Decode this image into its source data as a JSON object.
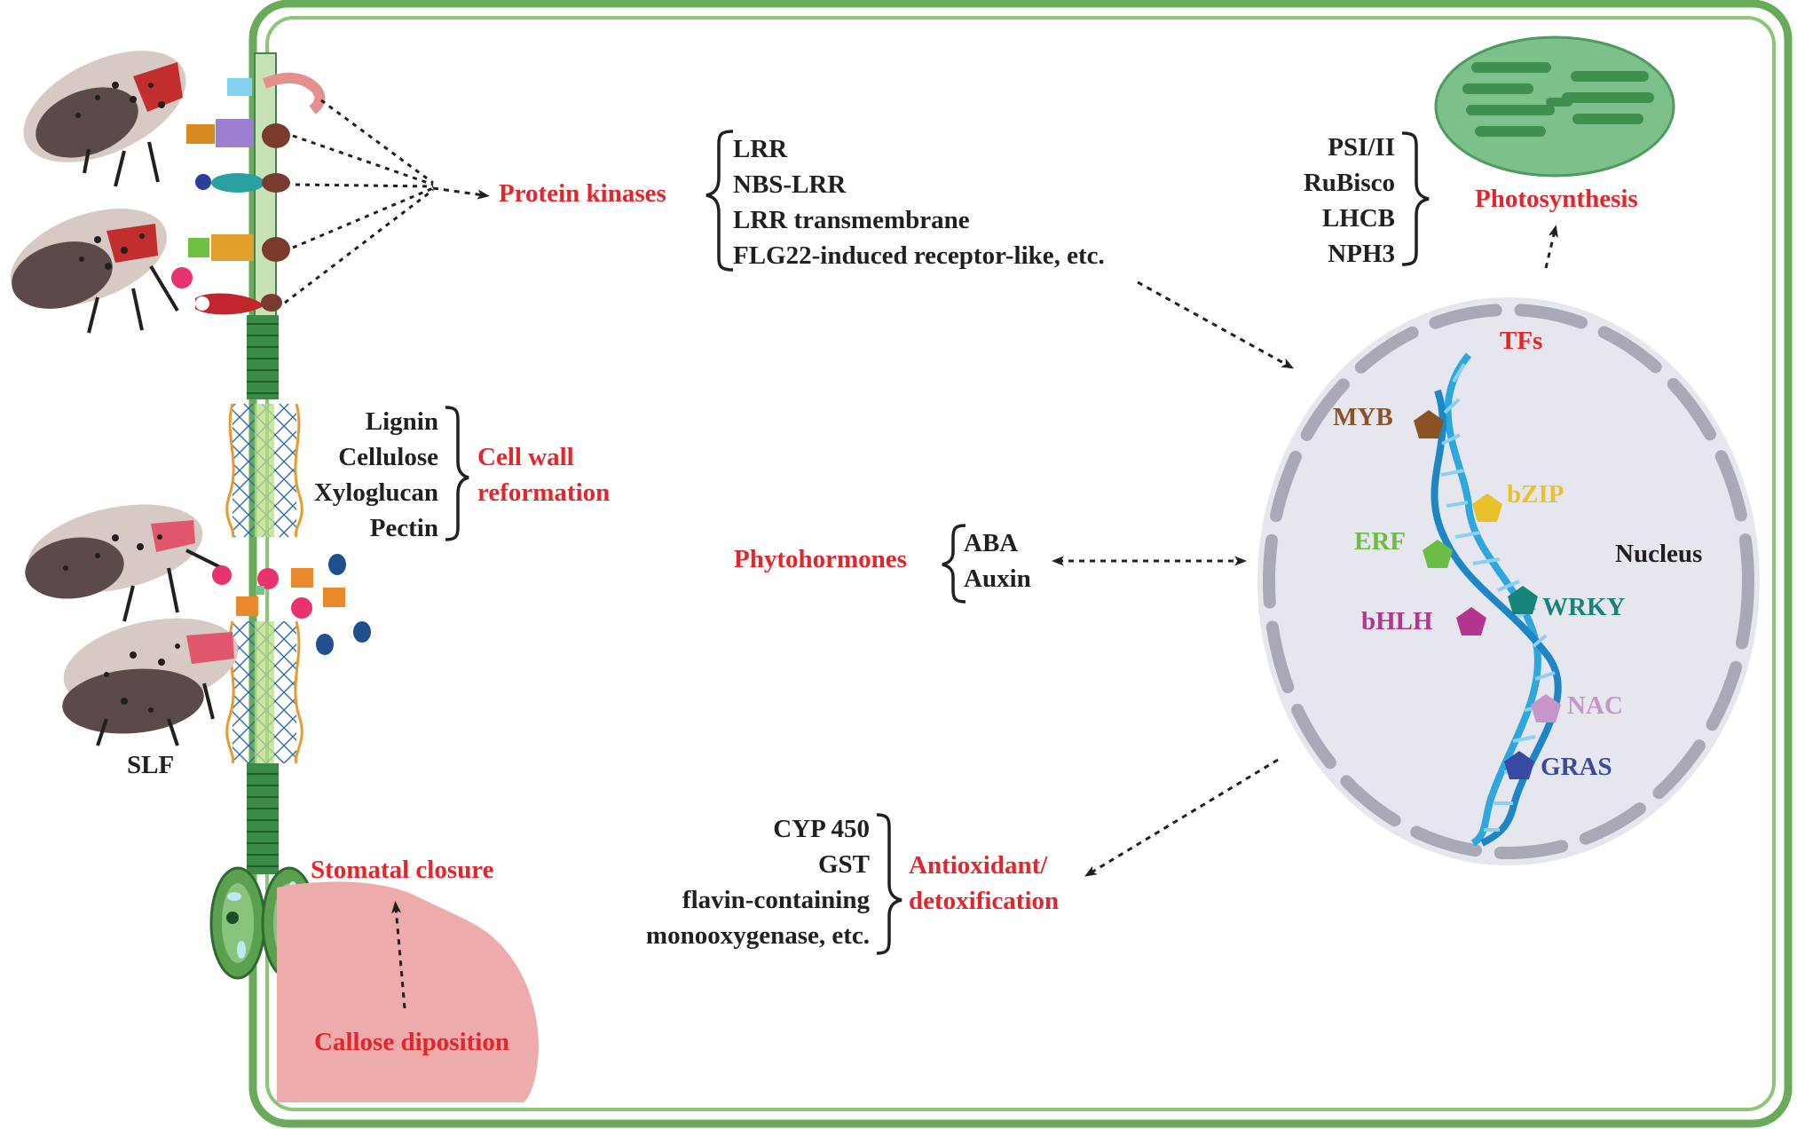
{
  "insect_label": "SLF",
  "protein_kinases": {
    "title": "Protein kinases",
    "items": [
      "LRR",
      "NBS-LRR",
      "LRR transmembrane",
      "FLG22-induced receptor-like, etc."
    ]
  },
  "cell_wall": {
    "title_line1": "Cell wall",
    "title_line2": "reformation",
    "items": [
      "Lignin",
      "Cellulose",
      "Xyloglucan",
      "Pectin"
    ]
  },
  "phytohormones": {
    "title": "Phytohormones",
    "items": [
      "ABA",
      "Auxin"
    ]
  },
  "photosynthesis": {
    "title": "Photosynthesis",
    "items": [
      "PSI/II",
      "RuBisco",
      "LHCB",
      "NPH3"
    ]
  },
  "nucleus": {
    "label": "Nucleus",
    "tfs_label": "TFs",
    "transcription_factors": [
      {
        "name": "MYB",
        "color": "#8b5226"
      },
      {
        "name": "bZIP",
        "color": "#e9c22b"
      },
      {
        "name": "ERF",
        "color": "#6bbd45"
      },
      {
        "name": "WRKY",
        "color": "#168479"
      },
      {
        "name": "bHLH",
        "color": "#b4358f"
      },
      {
        "name": "NAC",
        "color": "#c895c8"
      },
      {
        "name": "GRAS",
        "color": "#3a4aa0"
      }
    ]
  },
  "detox": {
    "title_line1": "Antioxidant/",
    "title_line2": "detoxification",
    "items": [
      "CYP 450",
      "GST",
      "flavin-containing",
      "monooxygenase, etc."
    ]
  },
  "stomatal_closure": "Stomatal closure",
  "callose": "Callose diposition",
  "colors": {
    "accent_red": "#e3262b",
    "cell_border": "#6aab5a",
    "cell_wall_green": "#2f7a3c",
    "nucleus_fill": "#e6e6ee",
    "nuclear_pore": "#a7a9b6",
    "dna_blue": "#2ea7df",
    "chloroplast": "#7cc08b",
    "callose": "#eeabab"
  }
}
